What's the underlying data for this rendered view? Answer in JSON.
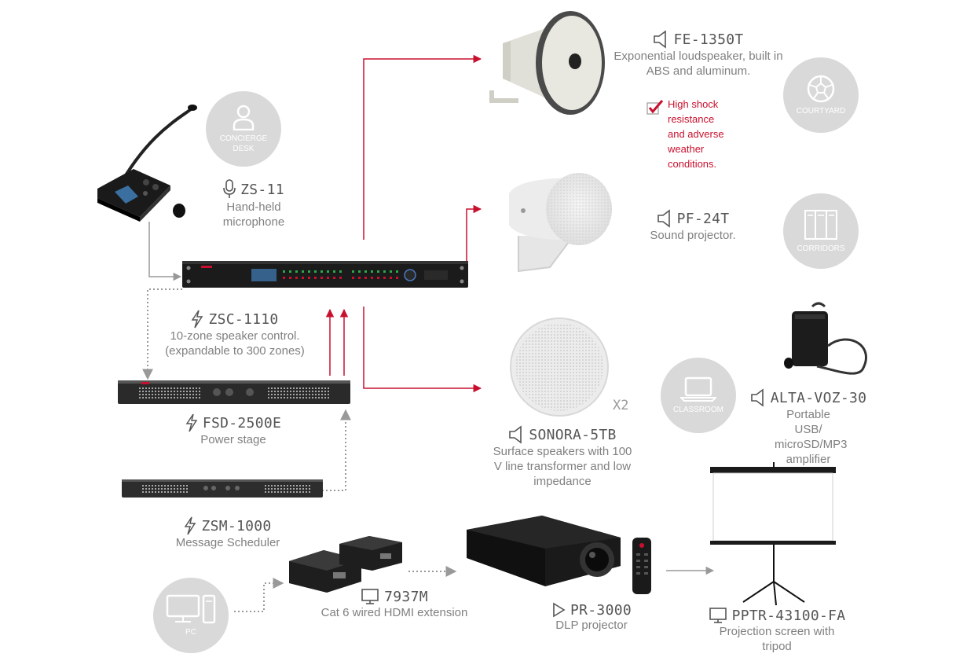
{
  "colors": {
    "accent_red": "#c8102e",
    "badge_gray": "#d9d9d9",
    "text_gray": "#808080"
  },
  "devices": {
    "fe1350t": {
      "model": "FE-1350T",
      "desc": "Exponential loudspeaker, built in ABS and aluminum.",
      "icon": "speaker-icon"
    },
    "pf24t": {
      "model": "PF-24T",
      "desc": "Sound projector.",
      "icon": "speaker-icon"
    },
    "zs11": {
      "model": "ZS-11",
      "desc": "Hand-held microphone",
      "icon": "microphone-icon"
    },
    "zsc1110": {
      "model": "ZSC-1110",
      "desc1": "10-zone speaker control.",
      "desc2": "(expandable to 300 zones)",
      "icon": "lightning-icon"
    },
    "fsd2500e": {
      "model": "FSD-2500E",
      "desc": "Power stage",
      "icon": "lightning-icon"
    },
    "sonora": {
      "model": "SONORA-5TB",
      "desc": "Surface speakers with 100 V line transformer and low impedance",
      "quantity": "X2",
      "icon": "speaker-icon"
    },
    "altavoz": {
      "model": "ALTA-VOZ-30",
      "desc": "Portable USB/ microSD/MP3 amplifier",
      "icon": "speaker-icon"
    },
    "zsm1000": {
      "model": "ZSM-1000",
      "desc": "Message Scheduler",
      "icon": "lightning-icon"
    },
    "m7937": {
      "model": "7937M",
      "desc": "Cat 6 wired HDMI extension",
      "icon": "monitor-icon"
    },
    "pr3000": {
      "model": "PR-3000",
      "desc": "DLP projector",
      "icon": "play-icon"
    },
    "pptr": {
      "model": "PPTR-43100-FA",
      "desc": "Projection screen with tripod",
      "icon": "monitor-icon"
    }
  },
  "feature_note": {
    "text": "High shock resistance and adverse weather conditions.",
    "icon": "checkbox-icon"
  },
  "zones": {
    "concierge": {
      "label": "CONCIERGE DESK",
      "icon": "person-icon"
    },
    "courtyard": {
      "label": "COURTYARD",
      "icon": "ball-icon"
    },
    "corridors": {
      "label": "CORRIDORS",
      "icon": "lockers-icon"
    },
    "classroom": {
      "label": "CLASSROOM",
      "icon": "laptop-icon"
    },
    "pc": {
      "label": "PC",
      "icon": "desktop-icon"
    }
  }
}
